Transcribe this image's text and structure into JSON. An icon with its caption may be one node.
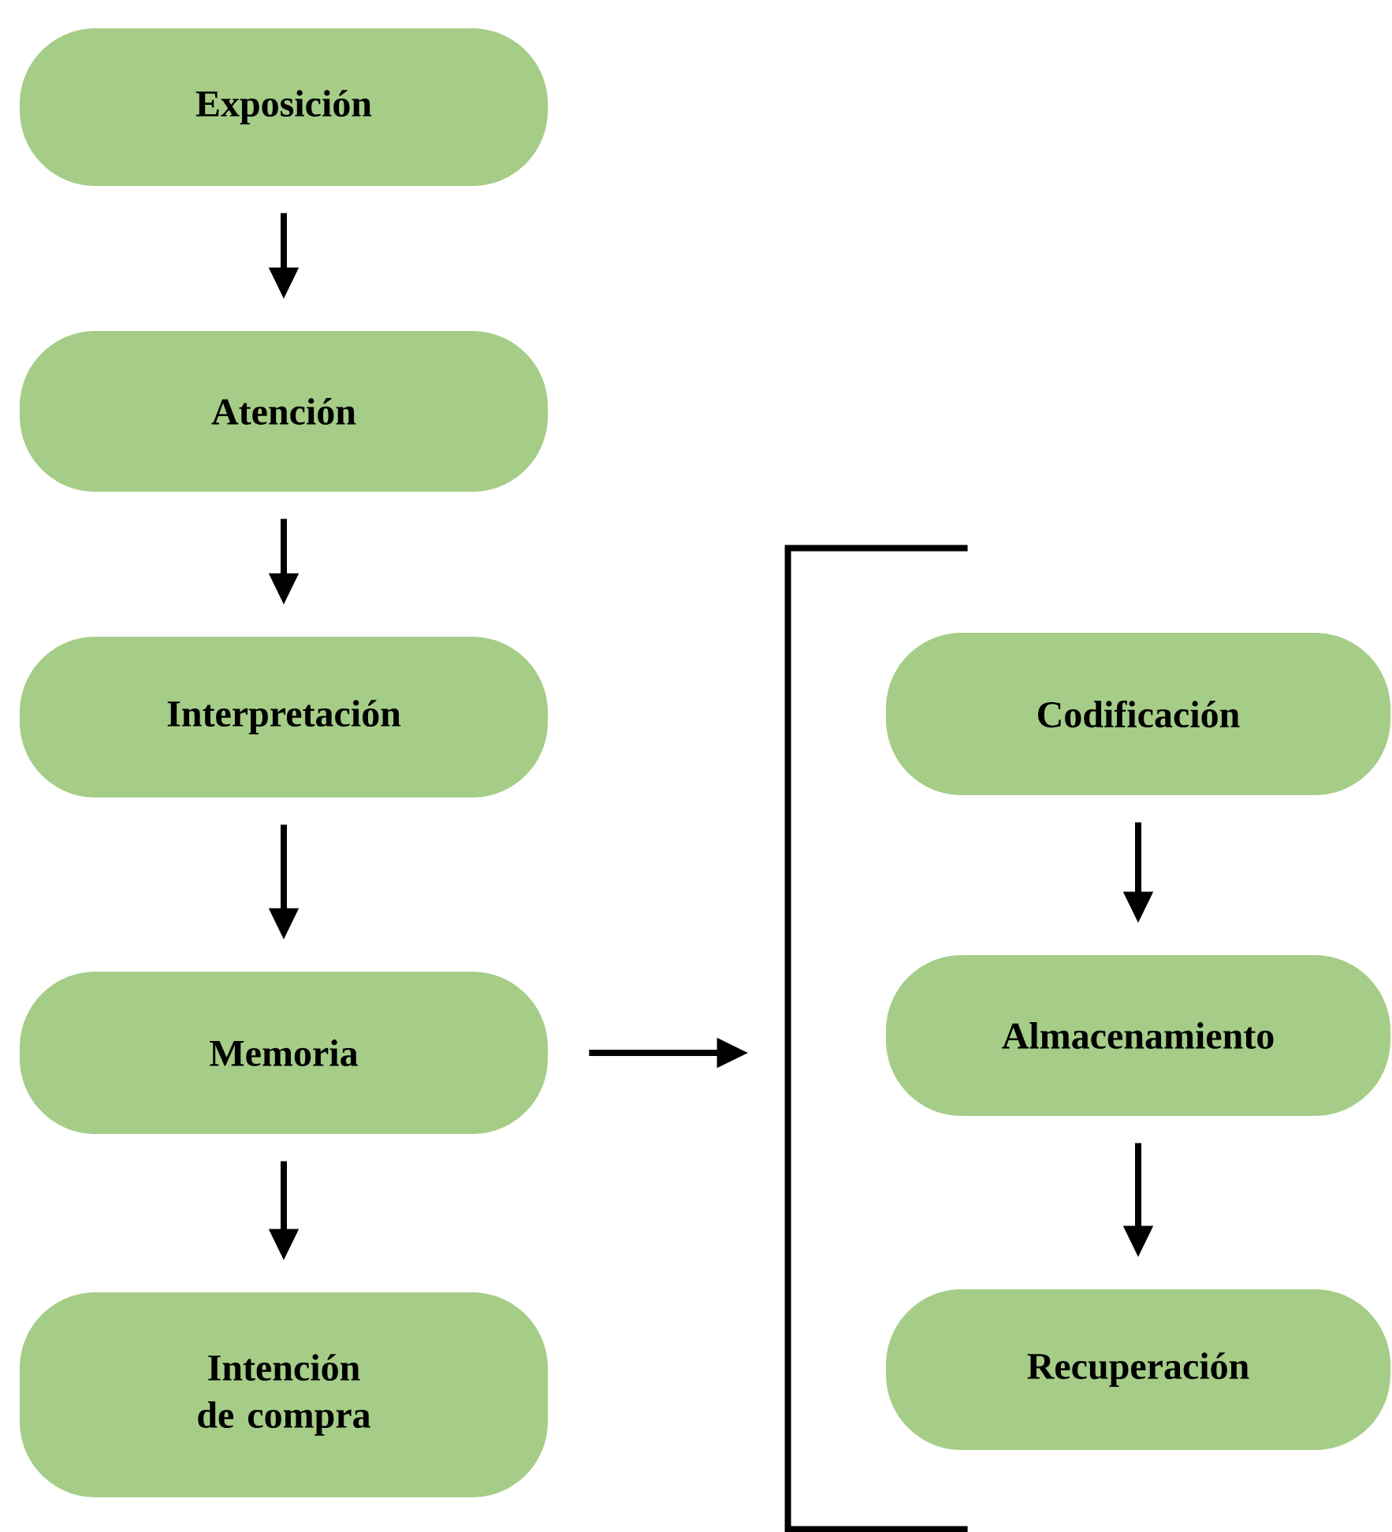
{
  "diagram": {
    "nodes": [
      {
        "text": [
          "Exposición"
        ]
      },
      {
        "text": [
          "Atención"
        ]
      },
      {
        "text": [
          "Interpretación"
        ]
      },
      {
        "text": [
          "Memoria"
        ]
      },
      {
        "text": [
          "Intención de compra"
        ]
      },
      {
        "text": [],
        "shape": "bracket"
      },
      {
        "text": [
          "Codificación"
        ]
      },
      {
        "text": [
          "Almacenamiento"
        ]
      },
      {
        "text": [
          "Recuperación"
        ]
      }
    ],
    "edges": [
      {
        "from": 0,
        "to": 1,
        "arrow": "to"
      },
      {
        "from": 1,
        "to": 2,
        "arrow": "to"
      },
      {
        "from": 2,
        "to": 3,
        "arrow": "to"
      },
      {
        "from": 3,
        "to": 4,
        "arrow": "to"
      },
      {
        "from": 3,
        "to": 5,
        "arrow": "to"
      },
      {
        "from": 6,
        "to": 7,
        "arrow": "to"
      },
      {
        "from": 7,
        "to": 8,
        "arrow": "to"
      }
    ]
  }
}
